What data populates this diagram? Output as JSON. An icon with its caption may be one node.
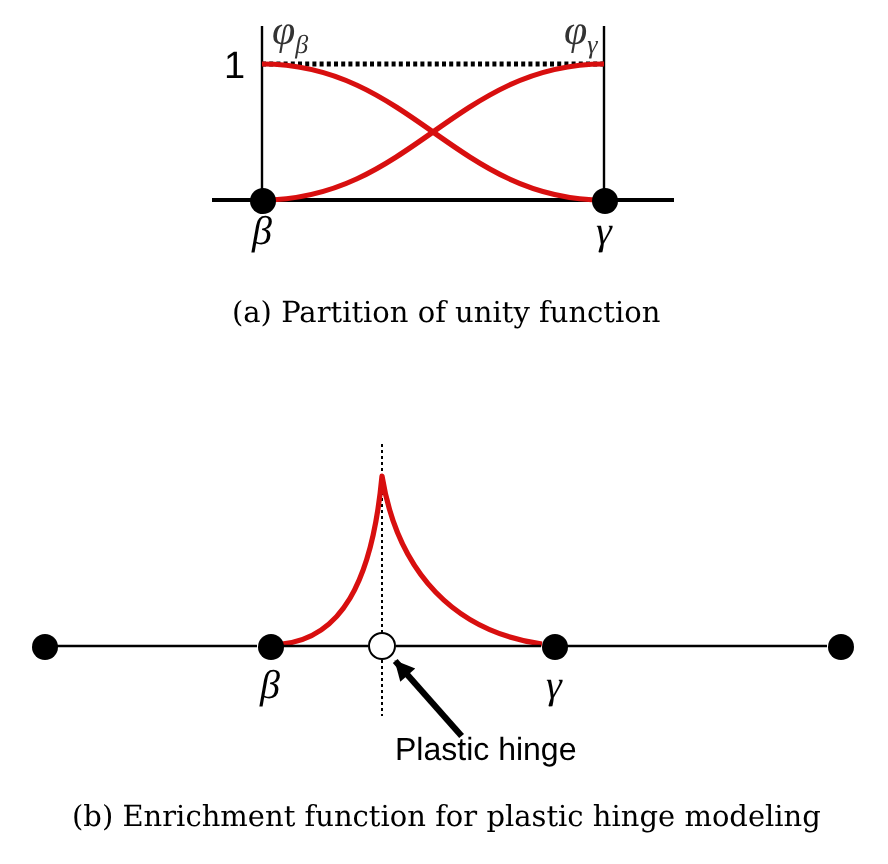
{
  "diagram": {
    "nodes": [
      {
        "text": [],
        "shape": "dot",
        "beside": [
          "β"
        ]
      },
      {
        "text": [],
        "shape": "dot",
        "beside": [
          "γ"
        ]
      },
      {
        "text": [],
        "shape": "dot"
      },
      {
        "text": [],
        "shape": "dot",
        "beside": [
          "β"
        ]
      },
      {
        "text": [],
        "shape": "circle"
      },
      {
        "text": [],
        "shape": "dot",
        "beside": [
          "γ"
        ]
      },
      {
        "text": [],
        "shape": "dot"
      },
      {
        "text": [
          "Plastic hinge"
        ]
      }
    ],
    "edges": [
      {
        "from": 2,
        "to": 3,
        "arrow": "none"
      },
      {
        "from": 3,
        "to": 4,
        "arrow": "none"
      },
      {
        "from": 4,
        "to": 5,
        "arrow": "none"
      },
      {
        "from": 5,
        "to": 6,
        "arrow": "none"
      },
      {
        "from": 7,
        "to": 4,
        "arrow": "to",
        "style": "thick"
      }
    ],
    "labels": [
      "φ$_{β}$",
      "φ$_{γ}$",
      "1",
      "(a) Partition of unity function",
      "(b) Enrichment function for plastic hinge modeling"
    ]
  }
}
